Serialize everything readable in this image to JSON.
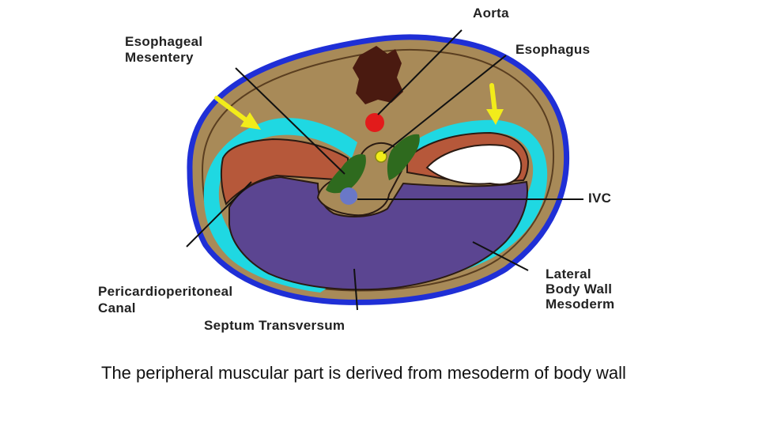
{
  "diagram": {
    "labels": {
      "aorta": "Aorta",
      "esophageal_mesentery_line1": "Esophageal",
      "esophageal_mesentery_line2": "Mesentery",
      "esophagus": "Esophagus",
      "ivc": "IVC",
      "pericardioperitoneal_line1": "Pericardioperitoneal",
      "pericardioperitoneal_line2": "Canal",
      "septum_transversum": "Septum Transversum",
      "lateral_body_wall_line1": "Lateral",
      "lateral_body_wall_line2": "Body Wall",
      "lateral_body_wall_line3": "Mesoderm"
    },
    "colors": {
      "outline_blue": "#1f2fd6",
      "body_wall_tan": "#a88a58",
      "cyan_band": "#1fd8e2",
      "orange_tissue": "#b6583a",
      "septum_purple": "#5b4591",
      "aorta_red": "#e21b1b",
      "esophagus_yellow": "#f2ec1a",
      "mesentery_green": "#2e6a1e",
      "ivc_blue": "#6a78c8",
      "dark_mass": "#4a1a10",
      "arrow_yellow": "#f2ec1a"
    }
  },
  "caption": "The peripheral muscular part is derived from mesoderm of body wall"
}
